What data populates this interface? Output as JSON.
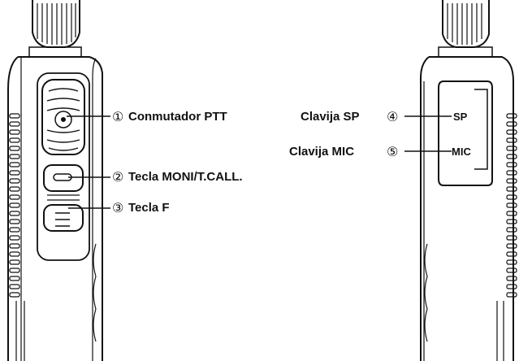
{
  "left_view": {
    "callouts": [
      {
        "number": "①",
        "label": "Conmutador PTT"
      },
      {
        "number": "②",
        "label": "Tecla MONI/T.CALL."
      },
      {
        "number": "③",
        "label": "Tecla F"
      }
    ]
  },
  "right_view": {
    "callouts": [
      {
        "number": "④",
        "label": "Clavija SP"
      },
      {
        "number": "⑤",
        "label": "Clavija MIC"
      }
    ],
    "cover_marks": {
      "sp": "SP",
      "mic": "MIC"
    }
  },
  "colors": {
    "line": "#111111",
    "background": "#ffffff"
  }
}
